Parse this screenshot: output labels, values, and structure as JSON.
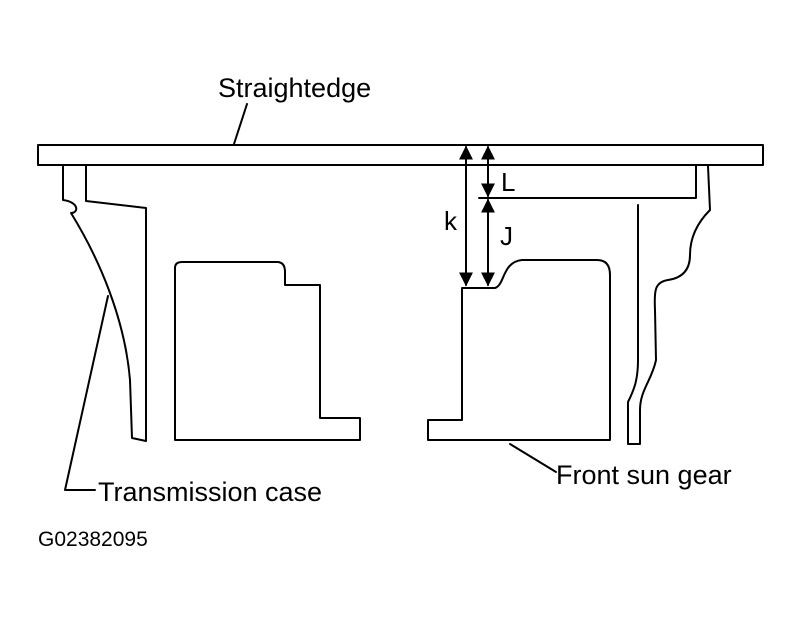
{
  "labels": {
    "straightedge": "Straightedge",
    "transmission_case": "Transmission case",
    "front_sun_gear": "Front sun gear"
  },
  "dimensions": {
    "k": "k",
    "j": "J",
    "l": "L"
  },
  "figure_code": "G02382095"
}
